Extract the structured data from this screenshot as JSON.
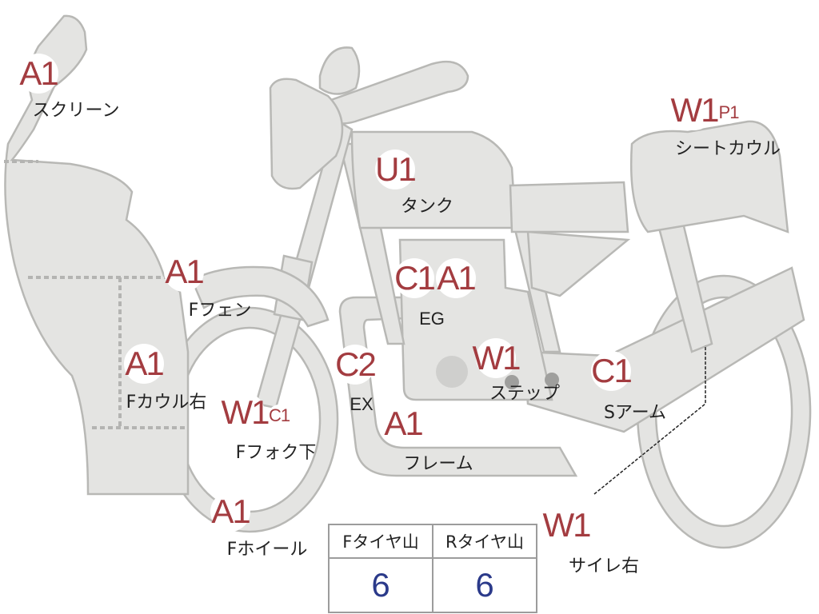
{
  "parts": [
    {
      "id": "screen",
      "code": "A1",
      "label": "スクリーン"
    },
    {
      "id": "seat-cowl",
      "code": "W1",
      "extra": "P1",
      "label": "シートカウル"
    },
    {
      "id": "tank",
      "code": "U1",
      "label": "タンク"
    },
    {
      "id": "f-fender",
      "code": "A1",
      "label": "Fフェン"
    },
    {
      "id": "eg",
      "code": "C1",
      "code2": "A1",
      "label": "EG"
    },
    {
      "id": "f-cowl-right",
      "code": "A1",
      "label": "Fカウル右"
    },
    {
      "id": "ex",
      "code": "C2",
      "label": "EX"
    },
    {
      "id": "step",
      "code": "W1",
      "label": "ステップ"
    },
    {
      "id": "s-arm",
      "code": "C1",
      "label": "Sアーム"
    },
    {
      "id": "f-fork-lower",
      "code": "W1",
      "extra": "C1",
      "label": "Fフォク下"
    },
    {
      "id": "frame",
      "code": "A1",
      "label": "フレーム"
    },
    {
      "id": "f-wheel",
      "code": "A1",
      "label": "Fホイール"
    },
    {
      "id": "silencer-right",
      "code": "W1",
      "label": "サイレ右"
    }
  ],
  "tire_table": {
    "front": {
      "header": "Fタイヤ山",
      "value": "6"
    },
    "rear": {
      "header": "Rタイヤ山",
      "value": "6"
    }
  },
  "colors": {
    "code_red": "#a33c40",
    "value_blue": "#2b3a8a",
    "part_fill": "#e4e4e2",
    "part_stroke": "#b8b8b5"
  }
}
